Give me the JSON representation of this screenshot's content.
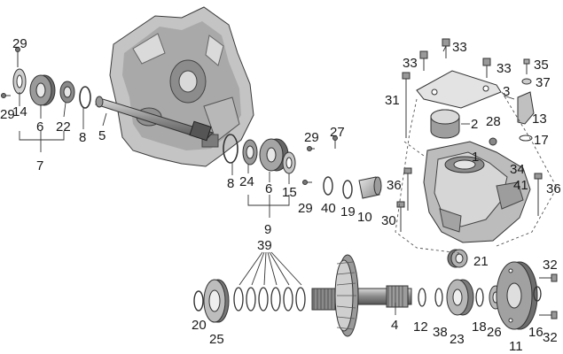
{
  "diagram": {
    "callouts": [
      {
        "id": "c29a",
        "text": "29"
      },
      {
        "id": "c29b",
        "text": "29"
      },
      {
        "id": "c14",
        "text": "14"
      },
      {
        "id": "c6a",
        "text": "6"
      },
      {
        "id": "c22",
        "text": "22"
      },
      {
        "id": "c8a",
        "text": "8"
      },
      {
        "id": "c7",
        "text": "7"
      },
      {
        "id": "c5",
        "text": "5"
      },
      {
        "id": "c8b",
        "text": "8"
      },
      {
        "id": "c24",
        "text": "24"
      },
      {
        "id": "c6b",
        "text": "6"
      },
      {
        "id": "c15",
        "text": "15"
      },
      {
        "id": "c29c",
        "text": "29"
      },
      {
        "id": "c29d",
        "text": "29"
      },
      {
        "id": "c27",
        "text": "27"
      },
      {
        "id": "c9",
        "text": "9"
      },
      {
        "id": "c40",
        "text": "40"
      },
      {
        "id": "c19",
        "text": "19"
      },
      {
        "id": "c10",
        "text": "10"
      },
      {
        "id": "c33a",
        "text": "33"
      },
      {
        "id": "c33b",
        "text": "33"
      },
      {
        "id": "c33c",
        "text": "33"
      },
      {
        "id": "c35",
        "text": "35"
      },
      {
        "id": "c37",
        "text": "37"
      },
      {
        "id": "c3",
        "text": "3"
      },
      {
        "id": "c31",
        "text": "31"
      },
      {
        "id": "c2",
        "text": "2"
      },
      {
        "id": "c28",
        "text": "28"
      },
      {
        "id": "c13",
        "text": "13"
      },
      {
        "id": "c17",
        "text": "17"
      },
      {
        "id": "c1",
        "text": "1"
      },
      {
        "id": "c34",
        "text": "34"
      },
      {
        "id": "c41",
        "text": "41"
      },
      {
        "id": "c36a",
        "text": "36"
      },
      {
        "id": "c36b",
        "text": "36"
      },
      {
        "id": "c30",
        "text": "30"
      },
      {
        "id": "c21",
        "text": "21"
      },
      {
        "id": "c39",
        "text": "39"
      },
      {
        "id": "c20",
        "text": "20"
      },
      {
        "id": "c25",
        "text": "25"
      },
      {
        "id": "c4",
        "text": "4"
      },
      {
        "id": "c12",
        "text": "12"
      },
      {
        "id": "c38",
        "text": "38"
      },
      {
        "id": "c23",
        "text": "23"
      },
      {
        "id": "c18",
        "text": "18"
      },
      {
        "id": "c26",
        "text": "26"
      },
      {
        "id": "c11",
        "text": "11"
      },
      {
        "id": "c16",
        "text": "16"
      },
      {
        "id": "c32a",
        "text": "32"
      },
      {
        "id": "c32b",
        "text": "32"
      }
    ],
    "colors": {
      "housing": "#c9c9c9",
      "housing_dark": "#9c9c9c",
      "part_dark": "#6e6e6e",
      "part_mid": "#a8a8a8",
      "part_light": "#dcdcdc",
      "line": "#333333"
    }
  }
}
